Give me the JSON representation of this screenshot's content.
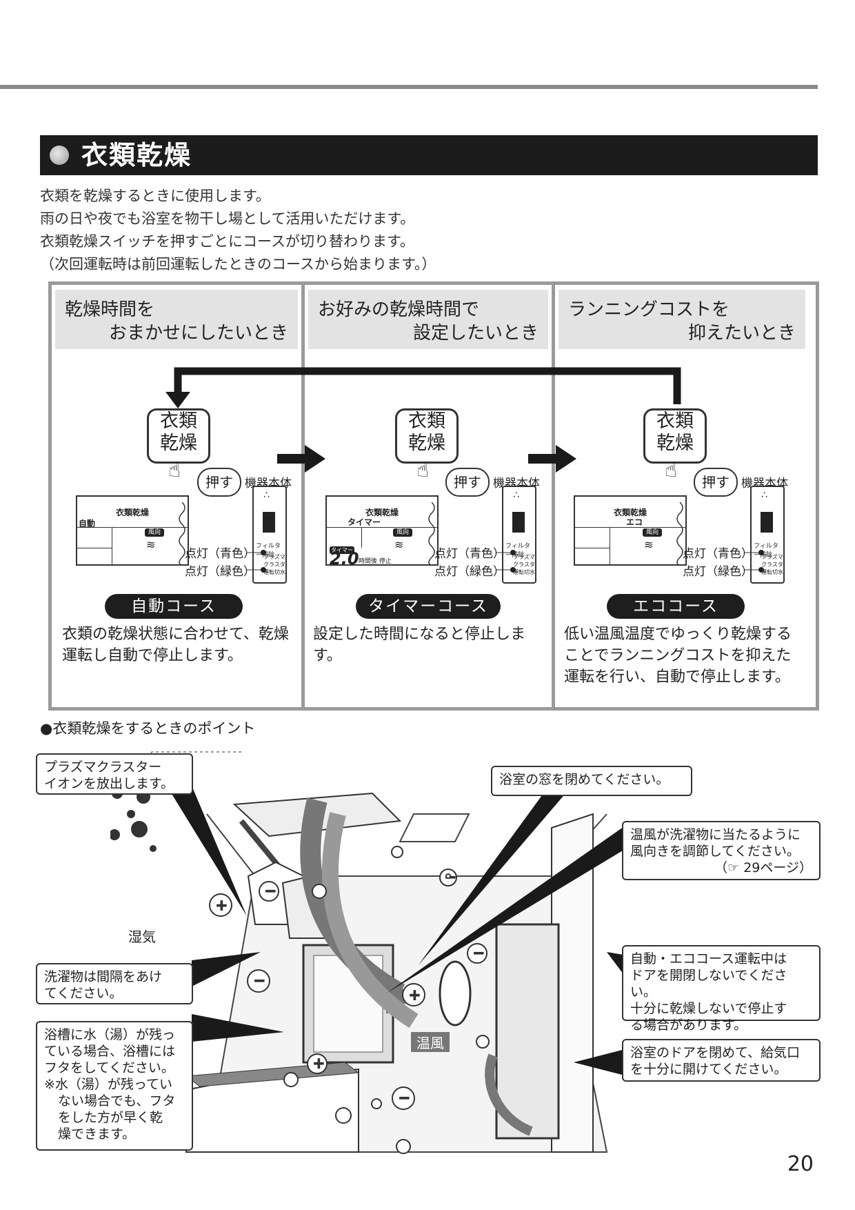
{
  "section_title": "衣類乾燥",
  "intro_lines": [
    "衣類を乾燥するときに使用します。",
    "雨の日や夜でも浴室を物干し場として活用いただけます。",
    "衣類乾燥スイッチを押すごとにコースが切り替わります。",
    "（次回運転時は前回運転したときのコースから始まります。）"
  ],
  "courses": [
    {
      "head_l1": "乾燥時間を",
      "head_l2": "おまかせにしたいとき",
      "button_l1": "衣類",
      "button_l2": "乾燥",
      "press": "押す",
      "unit_label": "機器本体",
      "panel_title": "衣類乾燥",
      "panel_sub": "自動",
      "panel_badge": "風向",
      "lamp_blue": "点灯（青色）",
      "lamp_green": "点灯（緑色）",
      "pill": "自動コース",
      "desc": "衣類の乾燥状態に合わせて、乾燥運転し自動で停止します。"
    },
    {
      "head_l1": "お好みの乾燥時間で",
      "head_l2": "設定したいとき",
      "button_l1": "衣類",
      "button_l2": "乾燥",
      "press": "押す",
      "unit_label": "機器本体",
      "panel_title": "衣類乾燥",
      "panel_sub": "タイマー",
      "panel_badge": "風向",
      "panel_timer_tag": "タイマー",
      "panel_timer_value": "2.0",
      "panel_timer_text": "時間後 停止",
      "lamp_blue": "点灯（青色）",
      "lamp_green": "点灯（緑色）",
      "pill": "タイマーコース",
      "desc": "設定した時間になると停止します。"
    },
    {
      "head_l1": "ランニングコストを",
      "head_l2": "抑えたいとき",
      "button_l1": "衣類",
      "button_l2": "乾燥",
      "press": "押す",
      "unit_label": "機器本体",
      "panel_title": "衣類乾燥",
      "panel_sub": "エコ",
      "panel_badge": "風向",
      "lamp_blue": "点灯（青色）",
      "lamp_green": "点灯（緑色）",
      "pill": "エココース",
      "desc": "低い温風温度でゆっくり乾燥することでランニングコストを抑えた運転を行い、自動で停止します。"
    }
  ],
  "unit_lamps": {
    "filter": "フィルター掃除",
    "plasma": "プラズマクラスター",
    "run": "運転切水"
  },
  "points_heading": "●衣類乾燥をするときのポイント",
  "callouts": {
    "plasma": [
      "プラズマクラスター",
      "イオンを放出します。"
    ],
    "window": [
      "浴室の窓を閉めてください。"
    ],
    "wind": [
      "温風が洗濯物に当たるように",
      "風向きを調節してください。",
      "（☞ 29ページ）"
    ],
    "spacing": [
      "洗濯物は間隔をあけ",
      "てください。"
    ],
    "door_open": [
      "自動・エココース運転中は",
      "ドアを開閉しないでください。",
      "十分に乾燥しないで停止す",
      "る場合があります。"
    ],
    "bath": [
      "浴槽に水（湯）が残っ",
      "ている場合、浴槽には",
      "フタをしてください。",
      "※水（湯）が残ってい",
      "ない場合でも、フタ",
      "をした方が早く乾",
      "燥できます。"
    ],
    "door_close": [
      "浴室のドアを閉めて、給気口",
      "を十分に開けてください。"
    ]
  },
  "illustration_labels": {
    "moisture": "湿気",
    "warm_air": "温風"
  },
  "page_number": "20"
}
